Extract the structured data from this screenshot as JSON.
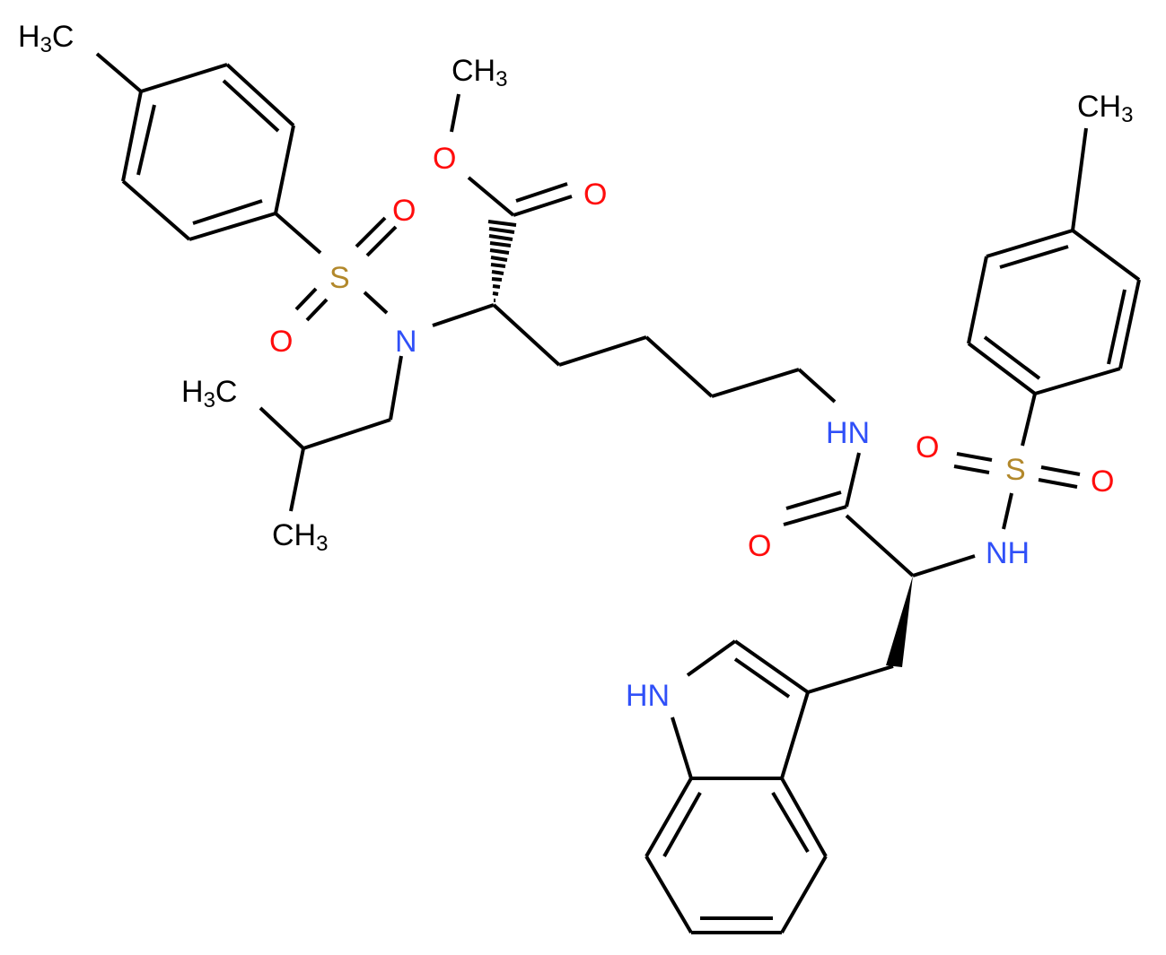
{
  "diagram": {
    "type": "chemical-structure",
    "colors": {
      "carbon": "#000000",
      "oxygen": "#ff0d0d",
      "nitrogen": "#3050f8",
      "sulfur": "#b2882b",
      "background": "#ffffff"
    },
    "labels": {
      "tosyl1_methyl": {
        "main": "H",
        "sub": "3",
        "tail": "C"
      },
      "tosyl1_S": "S",
      "tosyl1_O_top": "O",
      "tosyl1_O_bottom": "O",
      "sulfonamide_N": "N",
      "ester_methyl": {
        "main": "CH",
        "sub": "3"
      },
      "ester_O_single": "O",
      "ester_O_double": "O",
      "isobutyl_methyl_top": {
        "main": "H",
        "sub": "3",
        "tail": "C"
      },
      "isobutyl_methyl_bottom": {
        "main": "CH",
        "sub": "3"
      },
      "amide_NH": "HN",
      "amide_O": "O",
      "tosyl2_NH": "NH",
      "tosyl2_S": "S",
      "tosyl2_O_left": "O",
      "tosyl2_O_right": "O",
      "tosyl2_methyl": {
        "main": "CH",
        "sub": "3"
      },
      "indole_NH": "HN"
    }
  }
}
